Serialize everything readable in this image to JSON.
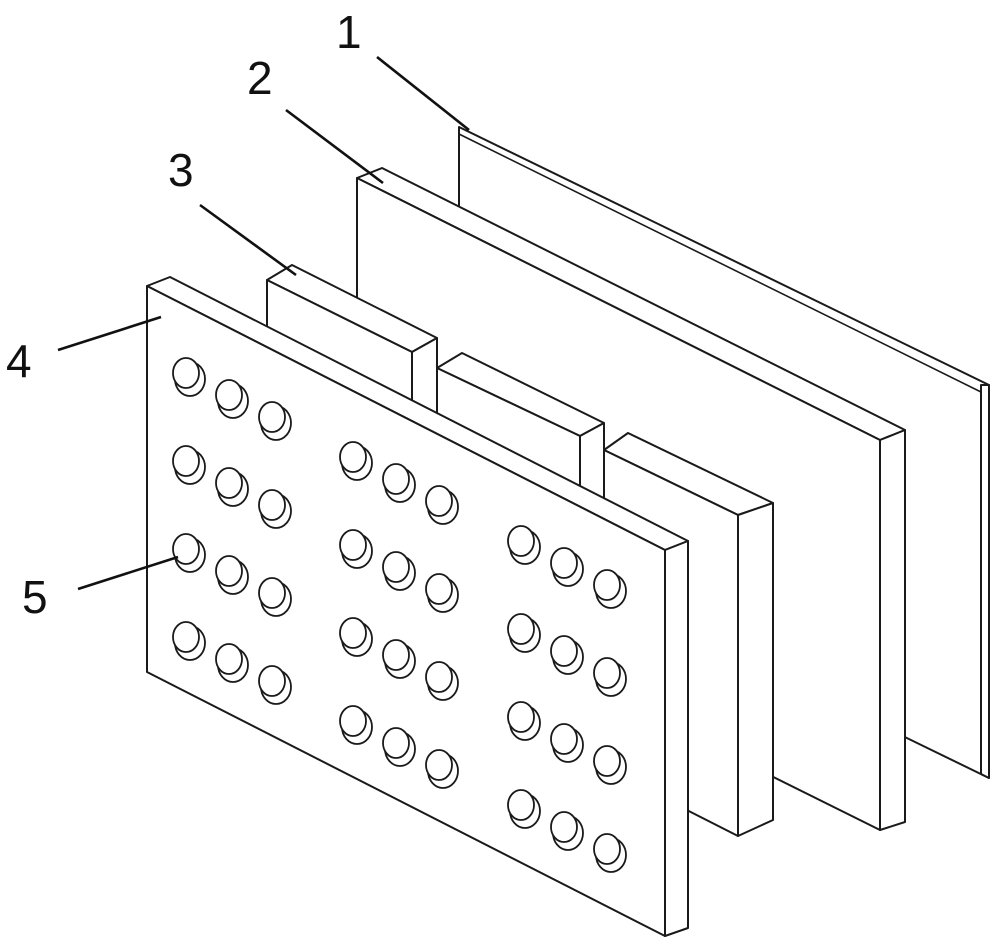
{
  "diagram": {
    "callouts": [
      {
        "id": "1",
        "label": "1"
      },
      {
        "id": "2",
        "label": "2"
      },
      {
        "id": "3",
        "label": "3"
      },
      {
        "id": "4",
        "label": "4"
      },
      {
        "id": "5",
        "label": "5"
      }
    ],
    "stud_groups": [
      {
        "rows": 4,
        "cols": 3
      },
      {
        "rows": 4,
        "cols": 3
      },
      {
        "rows": 4,
        "cols": 3
      }
    ],
    "colors": {
      "line": "#1a1a1a",
      "fill": "#ffffff"
    }
  }
}
